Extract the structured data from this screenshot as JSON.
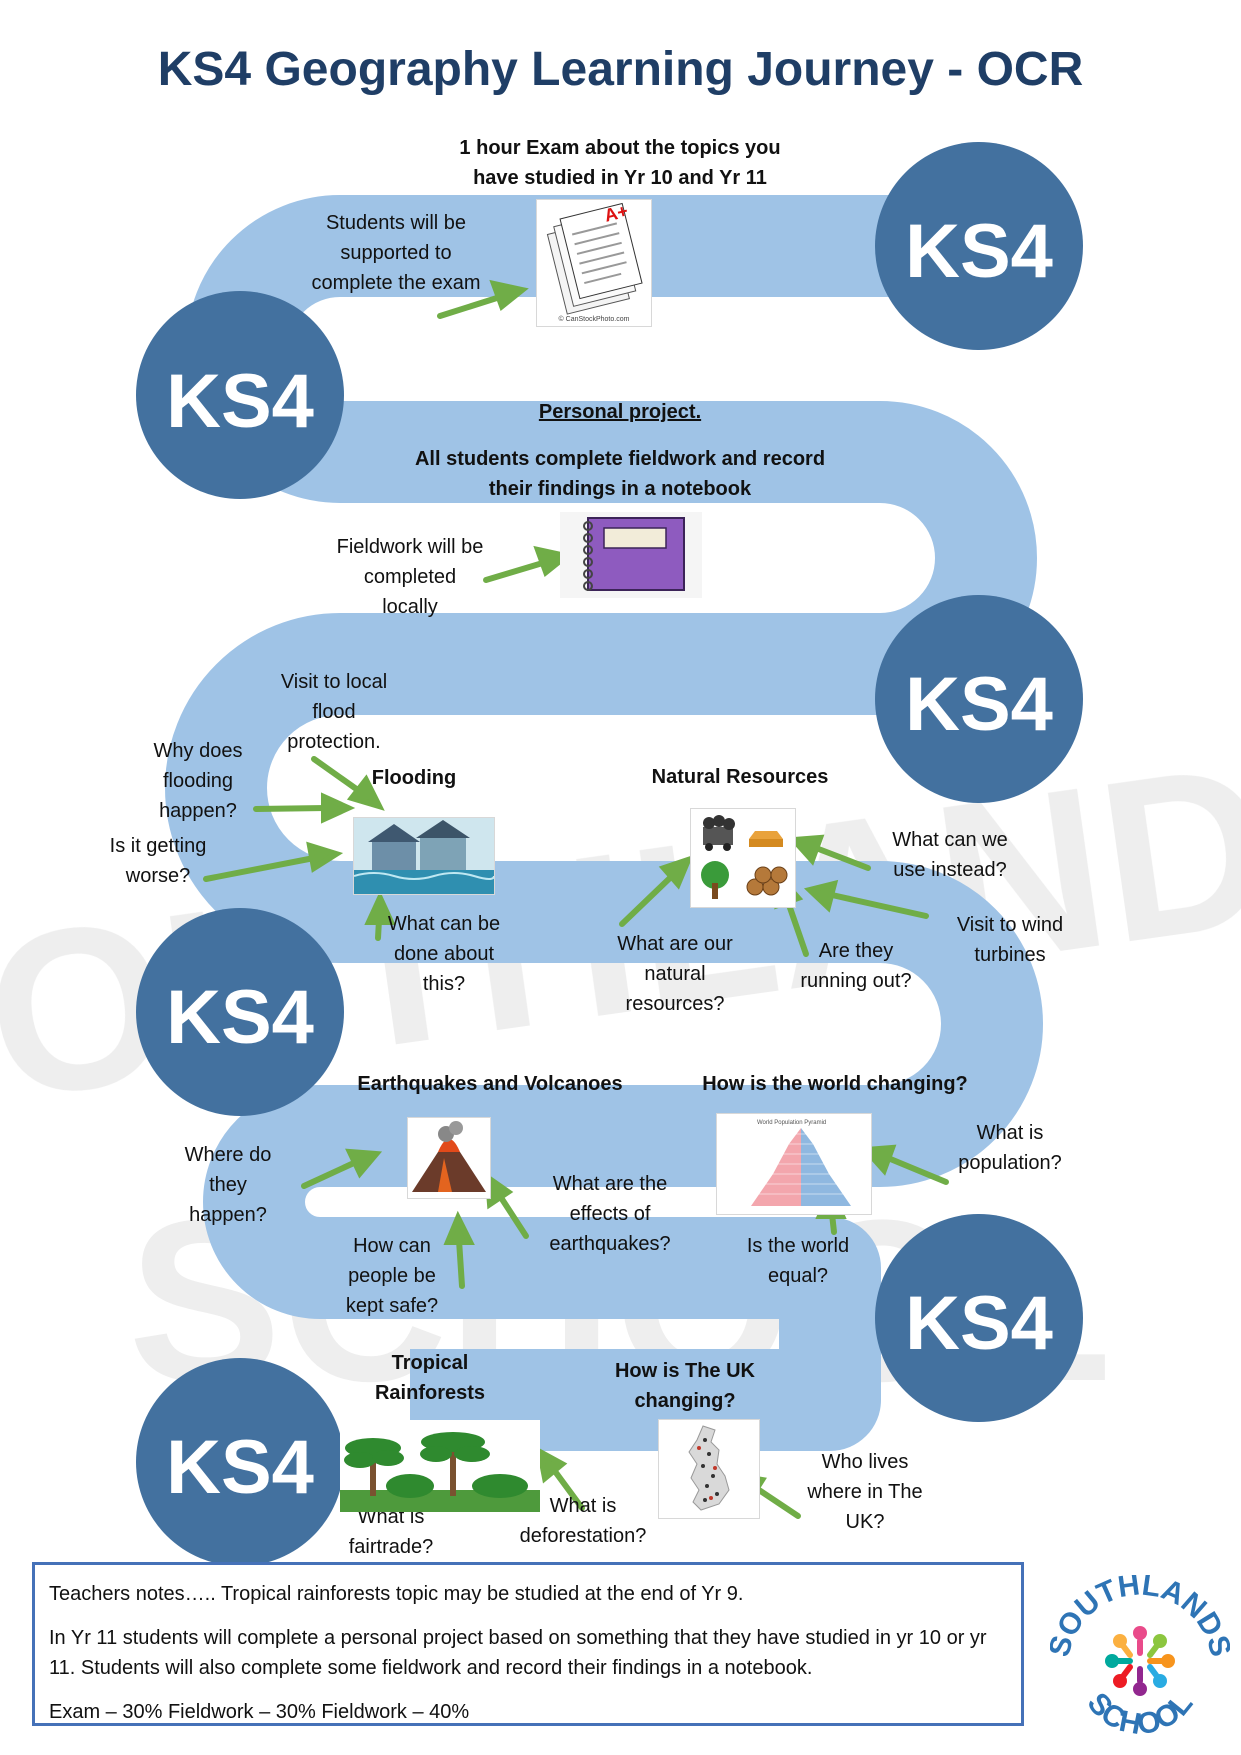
{
  "title": "KS4 Geography Learning Journey - OCR",
  "ks_label": "KS4",
  "exam": {
    "heading": "1 hour Exam about the topics you\nhave studied in Yr 10 and Yr 11",
    "note": "Students will be\nsupported to\ncomplete the exam",
    "image_credit": "© CanStockPhoto.com"
  },
  "project": {
    "heading": "Personal project.",
    "subheading": "All students complete fieldwork and record\ntheir findings in a notebook",
    "note": "Fieldwork will be\ncompleted\nlocally"
  },
  "flooding": {
    "heading": "Flooding",
    "q_visit": "Visit to local\nflood\nprotection.",
    "q_why": "Why does\nflooding\nhappen?",
    "q_worse": "Is it getting\nworse?",
    "q_done": "What can be\ndone about\nthis?"
  },
  "resources": {
    "heading": "Natural Resources",
    "q_instead": "What can we\nuse instead?",
    "q_wind": "Visit to wind\nturbines",
    "q_what": "What are our\nnatural\nresources?",
    "q_running": "Are they\nrunning out?"
  },
  "quakes": {
    "heading": "Earthquakes and Volcanoes",
    "q_where": "Where do\nthey\nhappen?",
    "q_effects": "What are the\neffects of\nearthquakes?",
    "q_safe": "How can\npeople be\nkept safe?"
  },
  "world": {
    "heading": "How is the world changing?",
    "q_population": "What is\npopulation?",
    "q_equal": "Is the world\nequal?",
    "image_title": "World Population Pyramid"
  },
  "rainforest": {
    "heading": "Tropical\nRainforests",
    "q_fairtrade": "What is\nfairtrade?",
    "q_deforestation": "What is\ndeforestation?"
  },
  "uk": {
    "heading": "How is The UK\nchanging?",
    "q_lives": "Who lives\nwhere in The\nUK?"
  },
  "notes": {
    "line1": "Teachers notes….. Tropical rainforests topic may be studied at the end of Yr 9.",
    "line2": "In Yr 11 students will complete a personal project based on something that they have studied in yr 10 or yr 11.  Students will also complete some fieldwork and record their findings in a notebook.",
    "line3": "Exam – 30%  Fieldwork – 30%  Fieldwork – 40%"
  },
  "logo": {
    "school_name": "SOUTHLANDS",
    "school_word": "SCHOOL"
  },
  "watermark": "SOUTHLANDS SCHOOL",
  "colors": {
    "title": "#1f3e66",
    "path": "#9fc3e6",
    "ks_circle": "#43719f",
    "arrow": "#70ad47",
    "notes_border": "#4571b8"
  }
}
